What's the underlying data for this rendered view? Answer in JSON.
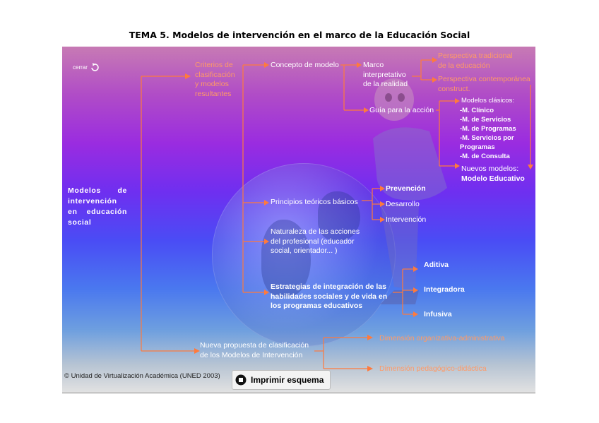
{
  "title": "TEMA 5. Modelos de intervención en el marco de la Educación Social",
  "close_label": "cerrar",
  "root": [
    "Modelos de",
    "intervención",
    "en educación",
    "social"
  ],
  "criterios": [
    "Criterios de",
    "clasificación",
    "y modelos",
    "resultantes"
  ],
  "concepto": "Concepto de modelo",
  "marco": [
    "Marco",
    "interpretativo",
    "de la realidad"
  ],
  "guia": "Guía para la acción",
  "perspectiva_tradicional": [
    "Perspectiva tradicional",
    "de la educación"
  ],
  "perspectiva_contemporanea": [
    "Perspectiva contemporánea",
    "construct."
  ],
  "modelos_clasicos": "Modelos clásicos:",
  "modelos": [
    "-M. Clínico",
    "-M. de Servicios",
    "-M. de Programas",
    "-M. Servicios por",
    "Programas",
    "-M. de Consulta"
  ],
  "nuevos_modelos": "Nuevos modelos:",
  "modelo_educativo": "Modelo Educativo",
  "principios": "Principios teóricos básicos",
  "prevencion": "Prevención",
  "desarrollo": "Desarrollo",
  "intervencion": "Intervención",
  "naturaleza": [
    "Naturaleza de las acciones",
    "del profesional (educador",
    "social, orientador... )"
  ],
  "estrategias": [
    "Estrategias de integración de las",
    "habilidades sociales y de vida en",
    "los programas educativos"
  ],
  "aditiva": "Aditiva",
  "integradora": "Integradora",
  "infusiva": "Infusiva",
  "nueva_propuesta": [
    "Nueva propuesta de clasificación",
    "de los Modelos de Intervención"
  ],
  "dimension_org": "Dimensión organizativa-administrativa",
  "dimension_ped": "Dimensión pedagógico-didáctica",
  "footer": "© Unidad de Virtualización Académica (UNED 2003)",
  "print_label": "Imprimir esquema",
  "colors": {
    "connector": "#ff7a3c",
    "panel_top": "#c77ab4",
    "panel_mid": "#6f2ff0",
    "panel_bottom": "#e2e2e2"
  }
}
